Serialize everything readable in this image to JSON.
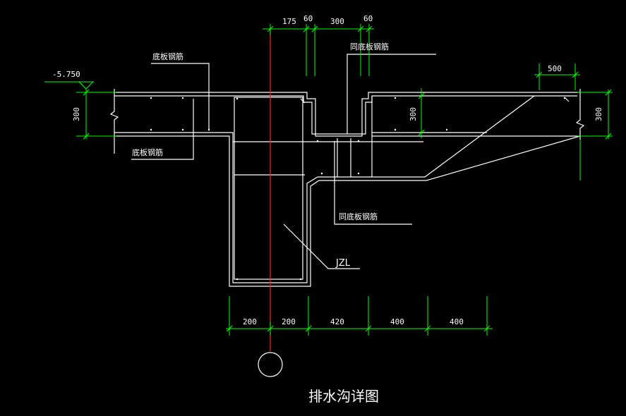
{
  "drawing": {
    "title": "排水沟详图",
    "colors": {
      "background": "#000000",
      "outline": "#ffffff",
      "dimension": "#00ff00",
      "centerline": "#ff2020"
    },
    "elevation": "-5.750",
    "dimensions": {
      "top": [
        "175",
        "60",
        "300",
        "60"
      ],
      "right_top": "500",
      "left_thickness": "300",
      "inner_thickness": "300",
      "right_thickness": "300",
      "bottom": [
        "200",
        "200",
        "420",
        "400",
        "400"
      ]
    },
    "labels": {
      "slab_rebar_top": "底板钢筋",
      "slab_rebar_bottom": "底板钢筋",
      "same_rebar_top": "同底板钢筋",
      "same_rebar_mid": "同底板钢筋",
      "beam": "JZL"
    }
  }
}
